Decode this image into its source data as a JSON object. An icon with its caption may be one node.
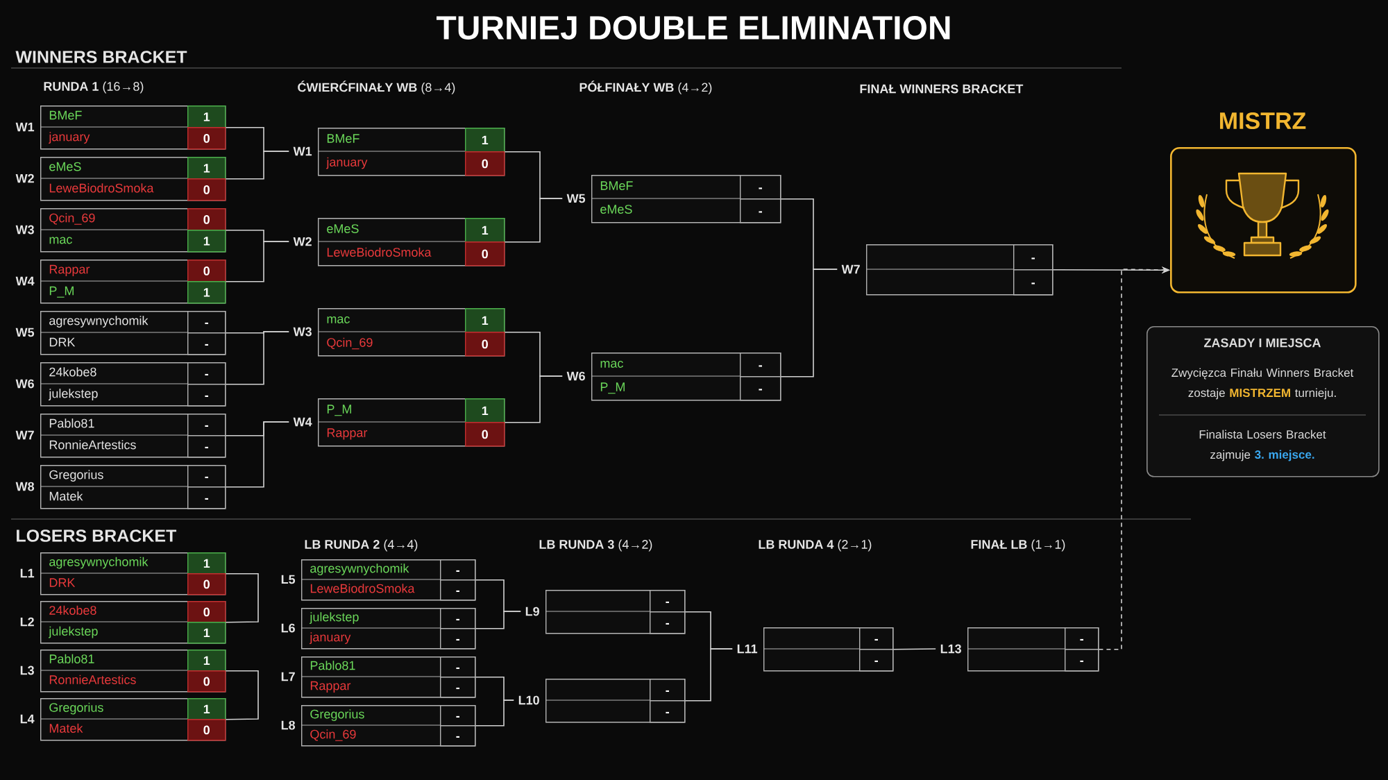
{
  "diagram": {
    "title": "TURNIEJ DOUBLE ELIMINATION",
    "nodes": [
      {
        "text": [
          "BMeF",
          "1",
          "january",
          "0"
        ],
        "beside": [
          "W1"
        ]
      },
      {
        "text": [
          "eMeS",
          "1",
          "LeweBiodroSmoka",
          "0"
        ],
        "beside": [
          "W2"
        ]
      },
      {
        "text": [
          "Qcin_69",
          "0",
          "mac",
          "1"
        ],
        "beside": [
          "W3"
        ]
      },
      {
        "text": [
          "Rappar",
          "0",
          "P_M",
          "1"
        ],
        "beside": [
          "W4"
        ]
      },
      {
        "text": [
          "agresywnychomik",
          "-",
          "DRK",
          "-"
        ],
        "beside": [
          "W5"
        ]
      },
      {
        "text": [
          "24kobe8",
          "-",
          "julekstep",
          "-"
        ],
        "beside": [
          "W6"
        ]
      },
      {
        "text": [
          "Pablo81",
          "-",
          "RonnieArtestics",
          "-"
        ],
        "beside": [
          "W7"
        ]
      },
      {
        "text": [
          "Gregorius",
          "-",
          "Matek",
          "-"
        ],
        "beside": [
          "W8"
        ]
      },
      {
        "text": [
          "BMeF",
          "1",
          "january",
          "0"
        ],
        "beside": [
          "W1"
        ]
      },
      {
        "text": [
          "eMeS",
          "1",
          "LeweBiodroSmoka",
          "0"
        ],
        "beside": [
          "W2"
        ]
      },
      {
        "text": [
          "mac",
          "1",
          "Qcin_69",
          "0"
        ],
        "beside": [
          "W3"
        ]
      },
      {
        "text": [
          "P_M",
          "1",
          "Rappar",
          "0"
        ],
        "beside": [
          "W4"
        ]
      },
      {
        "text": [
          "BMeF",
          "-",
          "eMeS",
          "-"
        ],
        "beside": [
          "W5"
        ]
      },
      {
        "text": [
          "mac",
          "-",
          "P_M",
          "-"
        ],
        "beside": [
          "W6"
        ]
      },
      {
        "text": [
          "-",
          "-"
        ],
        "beside": [
          "W7"
        ]
      },
      {
        "text": [
          "MISTRZ"
        ]
      },
      {
        "text": [
          "ZASADY I MIEJSCA",
          "Zwycięzca Finału Winners Bracket zostaje **MISTRZEM** turnieju.",
          "Finalista Losers Bracket zajmuje **3. miejsce.**"
        ]
      },
      {
        "text": [
          "agresywnychomik",
          "1",
          "DRK",
          "0"
        ],
        "beside": [
          "L1"
        ]
      },
      {
        "text": [
          "24kobe8",
          "0",
          "julekstep",
          "1"
        ],
        "beside": [
          "L2"
        ]
      },
      {
        "text": [
          "Pablo81",
          "1",
          "RonnieArtestics",
          "0"
        ],
        "beside": [
          "L3"
        ]
      },
      {
        "text": [
          "Gregorius",
          "1",
          "Matek",
          "0"
        ],
        "beside": [
          "L4"
        ]
      },
      {
        "text": [
          "agresywnychomik",
          "-",
          "LeweBiodroSmoka",
          "-"
        ],
        "beside": [
          "L5"
        ]
      },
      {
        "text": [
          "julekstep",
          "-",
          "january",
          "-"
        ],
        "beside": [
          "L6"
        ]
      },
      {
        "text": [
          "Pablo81",
          "-",
          "Rappar",
          "-"
        ],
        "beside": [
          "L7"
        ]
      },
      {
        "text": [
          "Gregorius",
          "-",
          "Qcin_69",
          "-"
        ],
        "beside": [
          "L8"
        ]
      },
      {
        "text": [
          "-",
          "-"
        ],
        "beside": [
          "L9"
        ]
      },
      {
        "text": [
          "-",
          "-"
        ],
        "beside": [
          "L10"
        ]
      },
      {
        "text": [
          "-",
          "-"
        ],
        "beside": [
          "L11"
        ]
      },
      {
        "text": [
          "-",
          "-"
        ],
        "beside": [
          "L13"
        ]
      }
    ],
    "edges": [
      {
        "from": 0,
        "to": 8,
        "arrow": "none"
      },
      {
        "from": 1,
        "to": 8,
        "arrow": "none"
      },
      {
        "from": 2,
        "to": 9,
        "arrow": "none"
      },
      {
        "from": 3,
        "to": 9,
        "arrow": "none"
      },
      {
        "from": 4,
        "to": 10,
        "arrow": "none"
      },
      {
        "from": 5,
        "to": 10,
        "arrow": "none"
      },
      {
        "from": 6,
        "to": 11,
        "arrow": "none"
      },
      {
        "from": 7,
        "to": 11,
        "arrow": "none"
      },
      {
        "from": 8,
        "to": 12,
        "arrow": "none"
      },
      {
        "from": 9,
        "to": 12,
        "arrow": "none"
      },
      {
        "from": 10,
        "to": 13,
        "arrow": "none"
      },
      {
        "from": 11,
        "to": 13,
        "arrow": "none"
      },
      {
        "from": 12,
        "to": 14,
        "arrow": "none"
      },
      {
        "from": 13,
        "to": 14,
        "arrow": "none"
      },
      {
        "from": 14,
        "to": 15,
        "arrow": "to"
      },
      {
        "from": 17,
        "to": 18,
        "arrow": "none"
      },
      {
        "from": 19,
        "to": 20,
        "arrow": "none"
      },
      {
        "from": 21,
        "to": 25,
        "arrow": "none"
      },
      {
        "from": 22,
        "to": 25,
        "arrow": "none"
      },
      {
        "from": 23,
        "to": 26,
        "arrow": "none"
      },
      {
        "from": 24,
        "to": 26,
        "arrow": "none"
      },
      {
        "from": 25,
        "to": 27,
        "arrow": "none"
      },
      {
        "from": 26,
        "to": 27,
        "arrow": "none"
      },
      {
        "from": 27,
        "to": 28,
        "arrow": "none"
      },
      {
        "from": 28,
        "to": 15,
        "arrow": "to",
        "style": "dashed"
      }
    ],
    "labels": [
      "WINNERS BRACKET",
      "**RUNDA 1** (16→8)",
      "**ĆWIERĆFINAŁY WB** (8→4)",
      "**PÓŁFINAŁY WB** (4→2)",
      "FINAŁ WINNERS BRACKET",
      "LOSERS BRACKET",
      "**LB RUNDA 2** (4→4)",
      "**LB RUNDA 3** (4→2)",
      "**LB RUNDA 4** (2→1)",
      "**FINAŁ LB** (1→1)"
    ]
  }
}
